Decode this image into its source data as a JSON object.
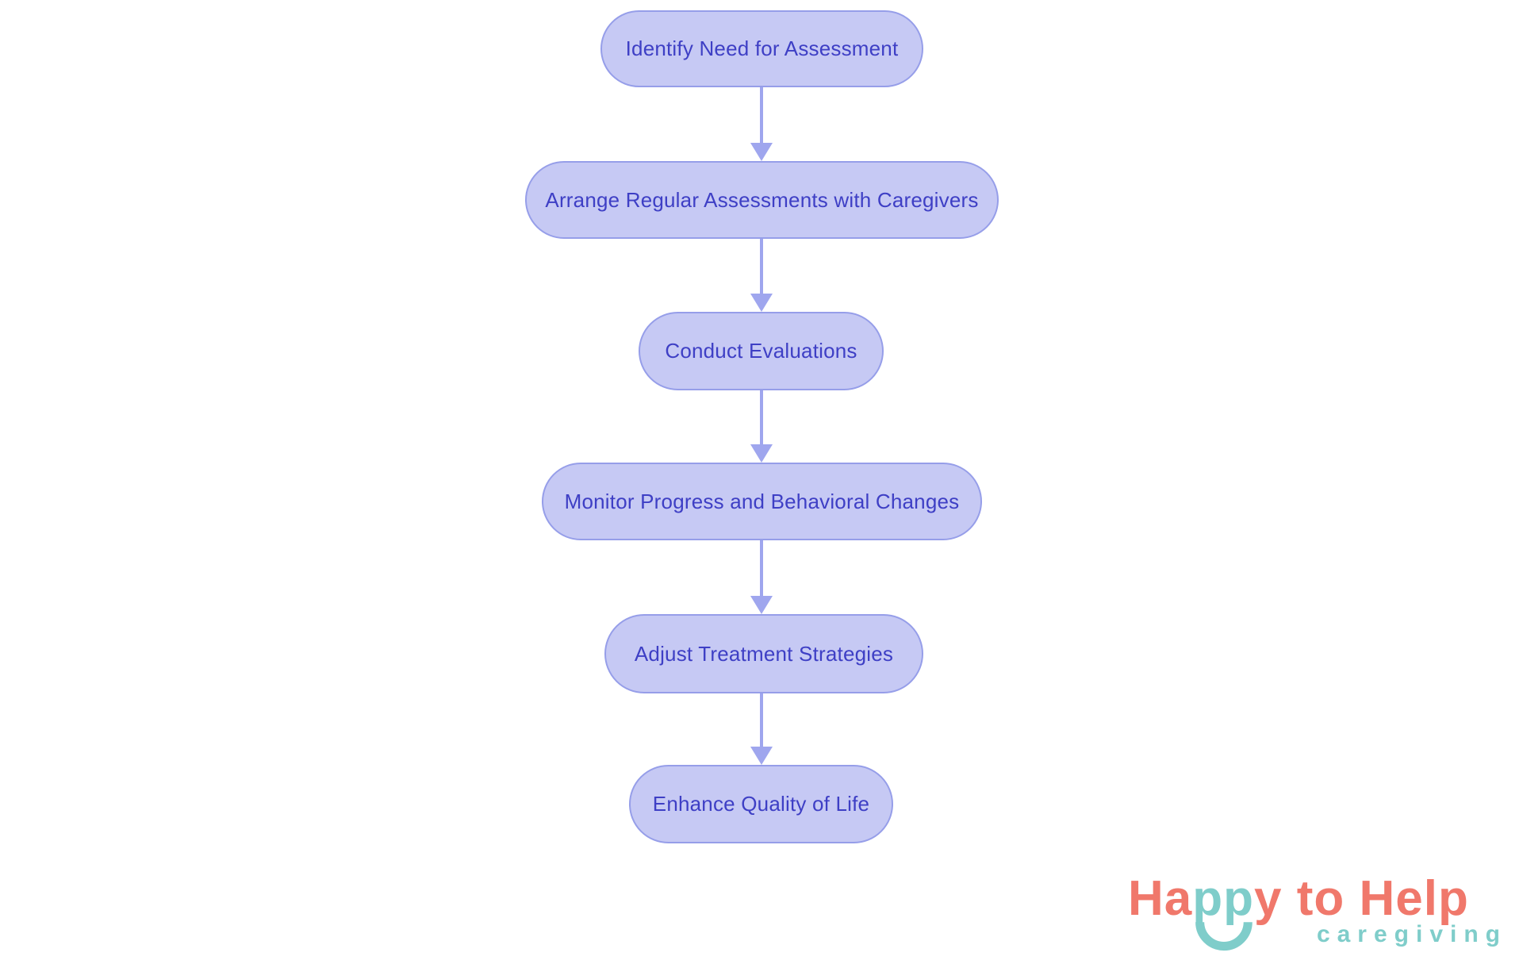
{
  "colors": {
    "node_fill": "#c6c9f4",
    "node_border": "#969ee9",
    "node_text": "#3e3fc5",
    "arrow": "#9fa6ee",
    "logo_coral": "#f0786b",
    "logo_teal": "#7fcdca",
    "background": "#ffffff"
  },
  "flowchart": {
    "type": "flowchart",
    "direction": "top-down",
    "nodes": [
      {
        "id": "identify-need",
        "label": "Identify Need for Assessment"
      },
      {
        "id": "arrange-assessments",
        "label": "Arrange Regular Assessments with Caregivers"
      },
      {
        "id": "conduct-evaluations",
        "label": "Conduct Evaluations"
      },
      {
        "id": "monitor-progress",
        "label": "Monitor Progress and Behavioral Changes"
      },
      {
        "id": "adjust-treatment",
        "label": "Adjust Treatment Strategies"
      },
      {
        "id": "enhance-quality",
        "label": "Enhance Quality of Life"
      }
    ],
    "edges": [
      {
        "from": 0,
        "to": 1
      },
      {
        "from": 1,
        "to": 2
      },
      {
        "from": 2,
        "to": 3
      },
      {
        "from": 3,
        "to": 4
      },
      {
        "from": 4,
        "to": 5
      }
    ]
  },
  "logo": {
    "wordmark_part1": "Ha",
    "wordmark_part2": "pp",
    "wordmark_part3": "y to Help",
    "subtitle": "caregiving",
    "smile_icon": "smile-icon"
  }
}
